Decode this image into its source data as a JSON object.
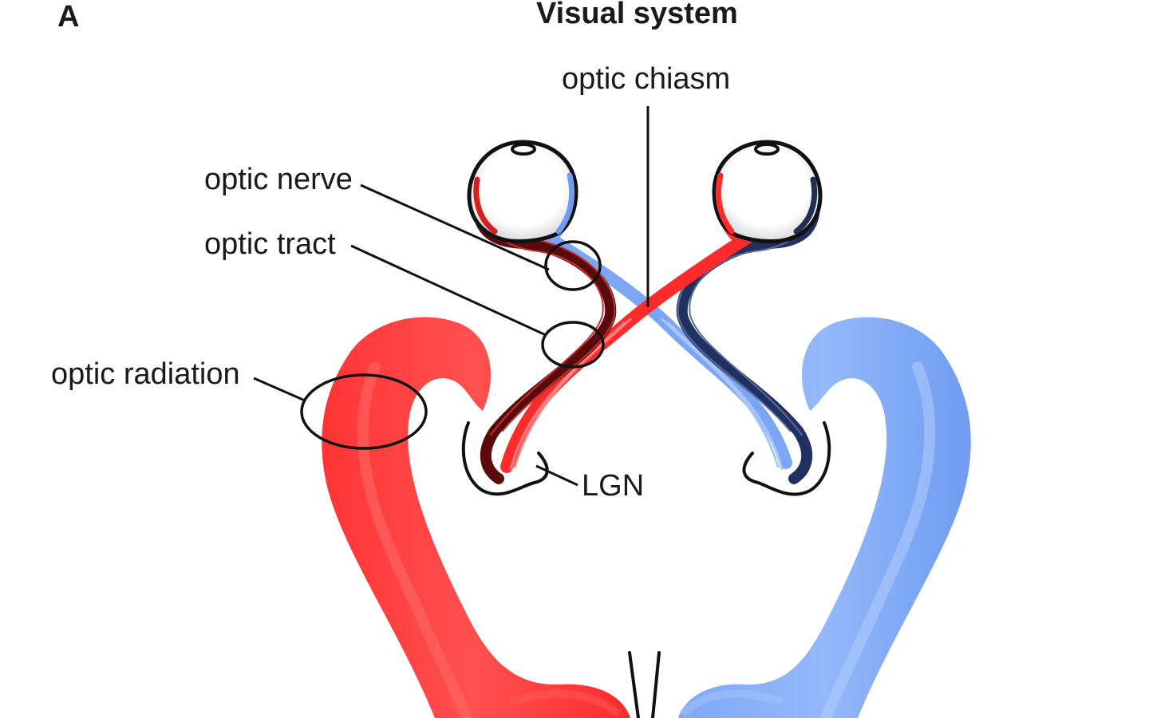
{
  "panel_letter": "A",
  "title": "Visual system",
  "labels": {
    "optic_chiasm": "optic chiasm",
    "optic_nerve": "optic nerve",
    "optic_tract": "optic tract",
    "optic_radiation": "optic radiation",
    "lgn": "LGN"
  },
  "colors": {
    "left_hemifield_pathway": "#ff2a2a",
    "right_hemifield_pathway": "#7aa6f5",
    "outline": "#111111",
    "dark_fibers": "#1f2f55",
    "red_dark_fibers": "#7a0c0c"
  }
}
